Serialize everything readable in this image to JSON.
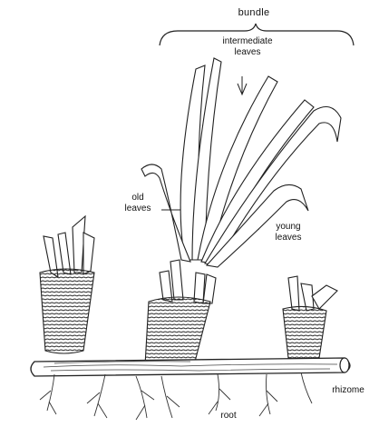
{
  "labels": {
    "bundle": "bundle",
    "intermediate_l1": "intermediate",
    "intermediate_l2": "leaves",
    "old_l1": "old",
    "old_l2": "leaves",
    "young_l1": "young",
    "young_l2": "leaves",
    "root": "root",
    "rhizome": "rhizome"
  },
  "colors": {
    "ink": "#222222",
    "background": "#ffffff"
  }
}
